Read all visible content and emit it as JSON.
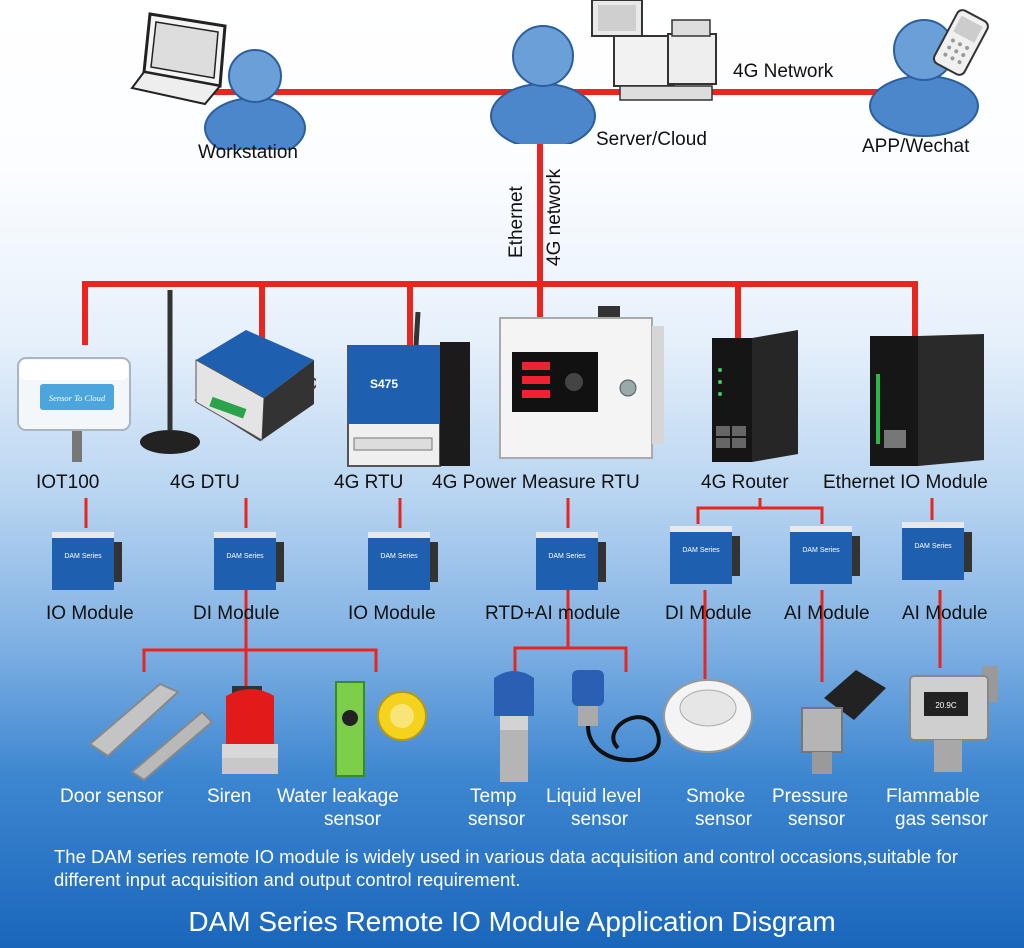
{
  "top": {
    "workstation": "Workstation",
    "server": "Server/Cloud",
    "app": "APP/Wechat",
    "link_4g": "4G Network",
    "link_ethernet": "Ethernet",
    "link_4g_network": "4G network"
  },
  "gateways": [
    "IOT100",
    "4G DTU",
    "4G RTU",
    "4G Power Measure RTU",
    "4G Router",
    "Ethernet IO Module"
  ],
  "modules": [
    "IO Module",
    "DI Module",
    "IO Module",
    "RTD+AI module",
    "DI Module",
    "AI Module",
    "AI Module"
  ],
  "sensors": {
    "door": "Door sensor",
    "siren": "Siren",
    "water_1": "Water leakage",
    "water_2": "sensor",
    "temp_1": "Temp",
    "temp_2": "sensor",
    "liquid_1": "Liquid level",
    "liquid_2": "sensor",
    "smoke_1": "Smoke",
    "smoke_2": "sensor",
    "pressure_1": "Pressure",
    "pressure_2": "sensor",
    "gas_1": "Flammable",
    "gas_2": "gas sensor"
  },
  "device_text": {
    "iot100": "Sensor To Cloud",
    "rtu_model": "S475",
    "dam": "DAM Series",
    "gas_display": "20.9C"
  },
  "note": "The DAM series remote IO module is widely used in various data acquisition and control occasions,suitable for different input acquisition and output control requirement.",
  "title": "DAM Series Remote IO Module Application Disgram",
  "colors": {
    "wire": "#e8251f",
    "module": "#1f5fb0"
  }
}
